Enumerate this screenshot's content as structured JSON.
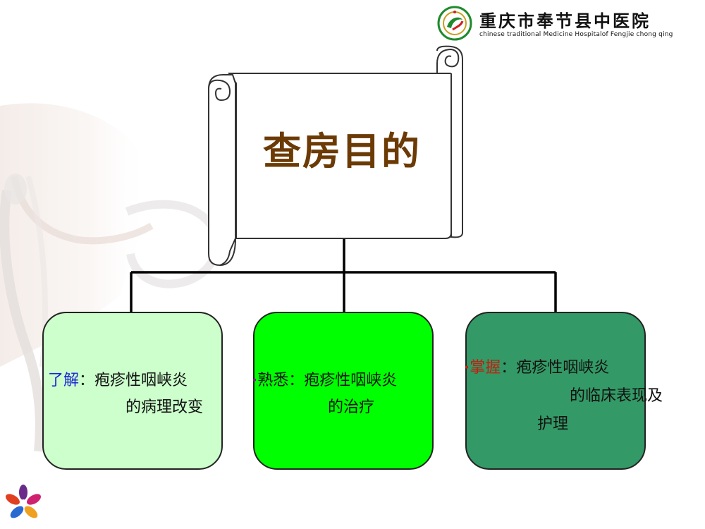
{
  "header": {
    "hospital_name": "重庆市奉节县中医院",
    "hospital_subtitle": "chinese traditional Medicine Hospitalof Fengjie chong qing"
  },
  "scroll": {
    "title": "查房目的"
  },
  "boxes": [
    {
      "keyword": "了解",
      "separator": "：",
      "line1_rest": "疱疹性咽峡炎",
      "line2": "的病理改变",
      "fill": "#ccffcc"
    },
    {
      "bullet": "•",
      "keyword": "熟悉",
      "separator": "：",
      "line1_rest": "疱疹性咽峡炎",
      "line2": "的治疗",
      "fill": "#00ff00"
    },
    {
      "bullet": "•",
      "keyword": "掌握",
      "separator": "：",
      "line1_rest": "疱疹性咽峡炎",
      "line2": "的临床表现及",
      "line3": "护理",
      "fill": "#339966"
    }
  ],
  "colors": {
    "title_text": "#6b3a05",
    "keyword_blue": "#1a24d6",
    "keyword_red": "#c0200f",
    "bullet_purple": "#8a1a8a"
  }
}
